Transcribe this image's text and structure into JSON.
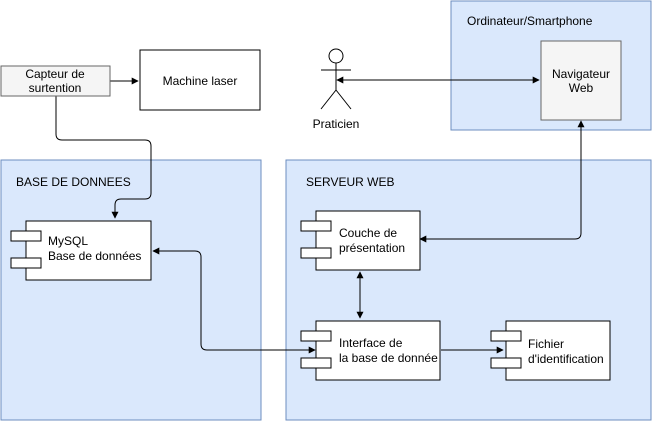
{
  "containers": {
    "base": {
      "title": "BASE DE DONNEES"
    },
    "serveur": {
      "title": "SERVEUR WEB"
    },
    "ordinateur": {
      "title": "Ordinateur/Smartphone"
    }
  },
  "nodes": {
    "capteur": [
      "Capteur de",
      "surtention"
    ],
    "machine": "Machine laser",
    "praticien": "Praticien",
    "navigateur": [
      "Navigateur",
      "Web"
    ],
    "mysql": [
      "MySQL",
      "Base de données"
    ],
    "couche": [
      "Couche de",
      "présentation"
    ],
    "interface": [
      "Interface de",
      "la base de donnée"
    ],
    "fichier": [
      "Fichier",
      "d'identification"
    ]
  },
  "colors": {
    "container_fill": "#dae8fc",
    "container_stroke": "#6c8ebf",
    "gray_fill": "#f5f5f5",
    "gray_stroke": "#666666",
    "line": "#000000"
  }
}
